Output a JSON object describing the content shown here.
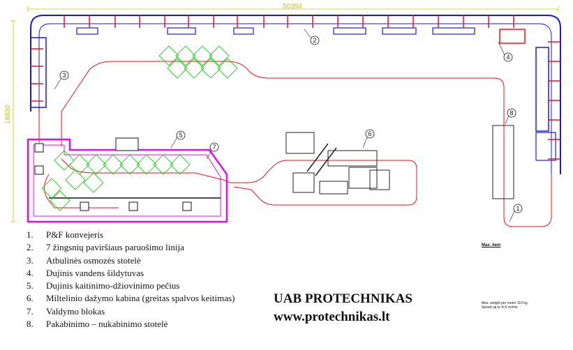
{
  "dimensions": {
    "top": "50394",
    "left": "18830"
  },
  "callouts": [
    "1",
    "2",
    "3",
    "4",
    "5",
    "6",
    "7",
    "8"
  ],
  "legend": [
    {
      "num": "1.",
      "text": "P&F konvejeris"
    },
    {
      "num": "2.",
      "text": "7 žingsnių paviršiaus paruošimo linija"
    },
    {
      "num": "3.",
      "text": "Atbulinės osmozės stotelė"
    },
    {
      "num": "4.",
      "text": "Dujinis vandens šildytuvas"
    },
    {
      "num": "5.",
      "text": "Dujinis kaitinimo-džiovinimo pečius"
    },
    {
      "num": "6.",
      "text": "Miltelinio dažymo kabina (greitas spalvos keitimas)"
    },
    {
      "num": "7.",
      "text": "Valdymo blokas"
    },
    {
      "num": "8.",
      "text": "Pakabinimo – nukabinimo stotelė"
    }
  ],
  "company": {
    "name": "UAB PROTECHNIKAS",
    "url": "www.protechnikas.lt"
  },
  "detail": {
    "title": "Max. item",
    "note": "Max. weight per meter 110 kg. Speed up to 4÷5 m/min"
  },
  "colors": {
    "conveyor": "#e8141e",
    "pretreatment": "#1a1ad6",
    "oven": "#e010e0",
    "hangers": "#22c81e",
    "dimension": "#c8c800",
    "booth": "#222222"
  }
}
